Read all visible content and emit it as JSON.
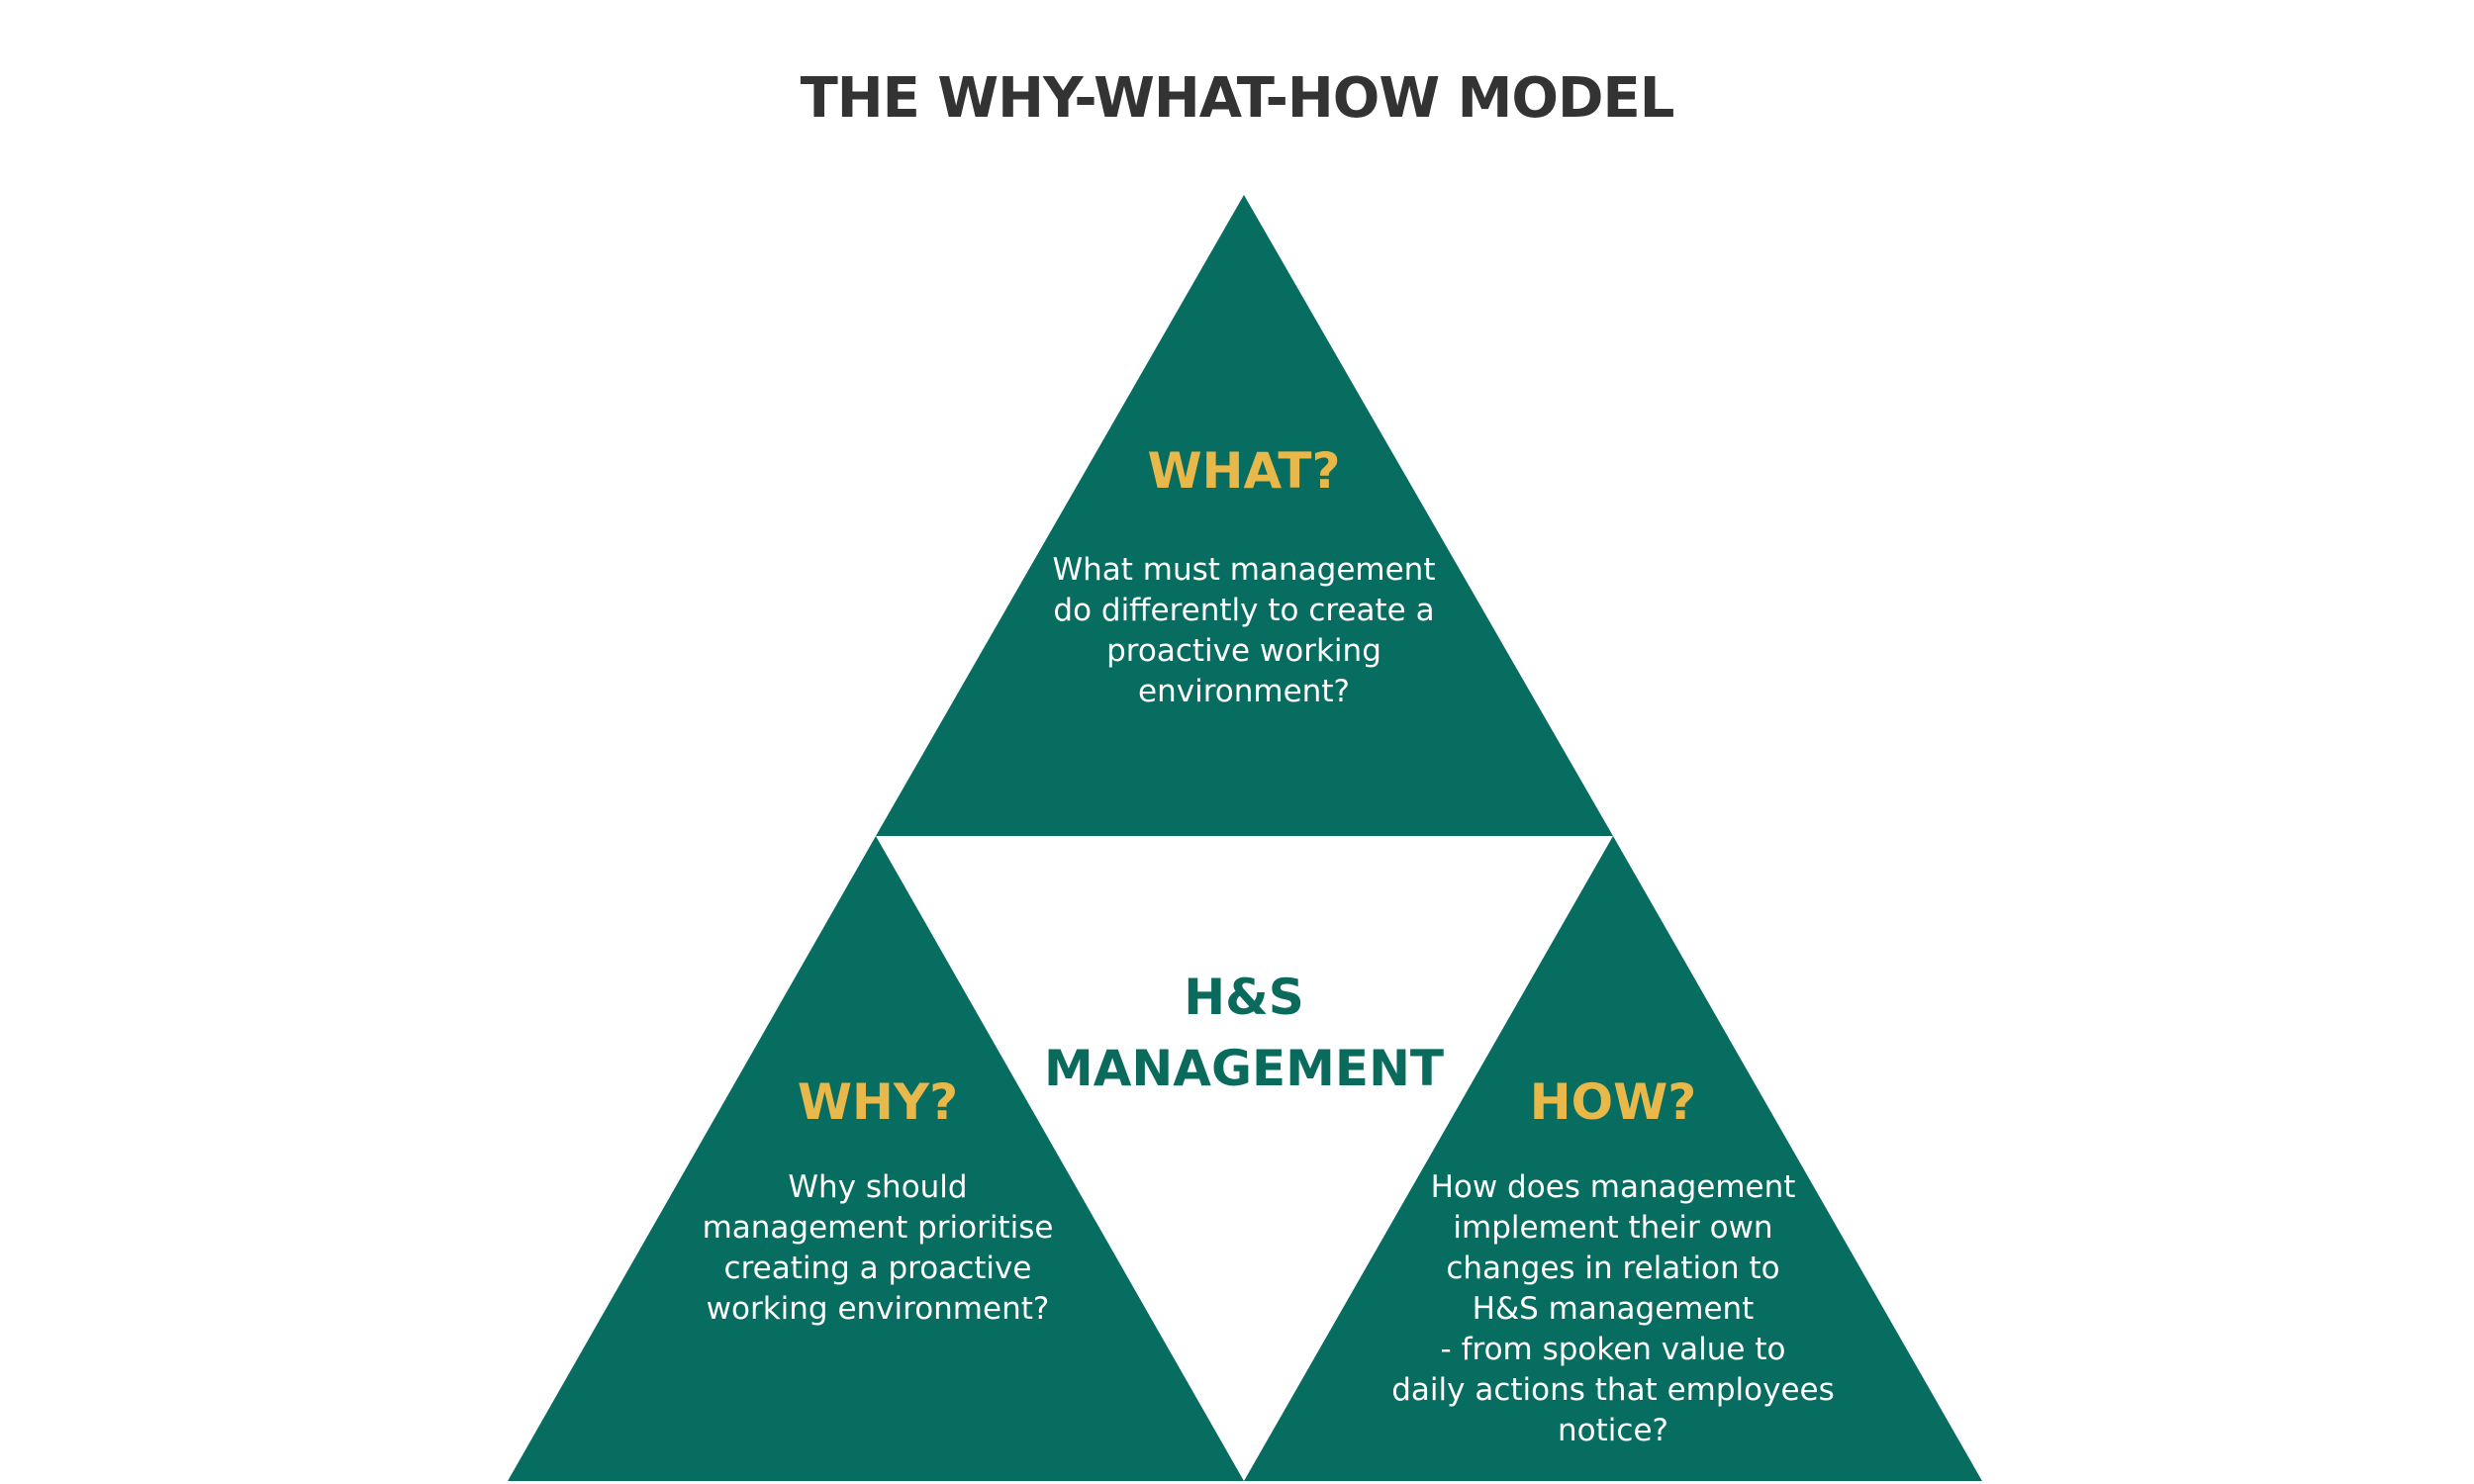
{
  "title": "THE WHY-WHAT-HOW MODEL",
  "colors": {
    "triangle": "#066D60",
    "heading": "#E8B84A",
    "center_text": "#0A6B5D",
    "title": "#333333"
  },
  "center": {
    "label": "H&S\nMANAGEMENT"
  },
  "triangles": {
    "what": {
      "heading": "WHAT?",
      "text": "What must management\ndo differently to create a\nproactive working\nenvironment?"
    },
    "why": {
      "heading": "WHY?",
      "text": "Why should\nmanagement prioritise\ncreating a proactive\nworking environment?"
    },
    "how": {
      "heading": "HOW?",
      "text": "How does management\nimplement their own\nchanges in relation to\nH&S management\n- from spoken value to\ndaily actions that employees\nnotice?"
    }
  }
}
